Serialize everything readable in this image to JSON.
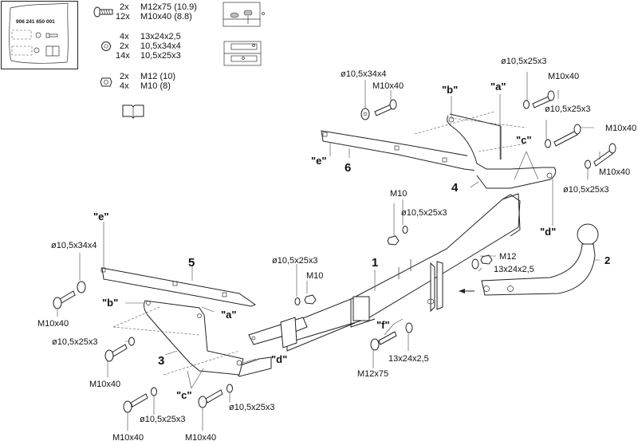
{
  "kit_box": {
    "part_number": "906 241 650 001"
  },
  "parts_list": {
    "bolts": [
      {
        "qty": "2x",
        "spec": "M12x75 (10.9)"
      },
      {
        "qty": "12x",
        "spec": "M10x40 (8.8)"
      }
    ],
    "washers": [
      {
        "qty": "4x",
        "spec": "13x24x2,5"
      },
      {
        "qty": "2x",
        "spec": "10,5x34x4"
      },
      {
        "qty": "14x",
        "spec": "10,5x25x3"
      }
    ],
    "nuts": [
      {
        "qty": "2x",
        "spec": "M12 (10)"
      },
      {
        "qty": "4x",
        "spec": "M10 (8)"
      }
    ],
    "icons": {
      "bolt": "bolt-icon",
      "washer": "washer-icon",
      "nut": "nut-icon",
      "manual": "book-icon"
    }
  },
  "parts": {
    "p1": "1",
    "p2": "2",
    "p3": "3",
    "p4": "4",
    "p5": "5",
    "p6": "6"
  },
  "refs": {
    "a": "\"a\"",
    "b": "\"b\"",
    "c": "\"c\"",
    "d": "\"d\"",
    "e": "\"e\"",
    "f": "\"f\""
  },
  "labels": {
    "top_washer_34": "ø10,5x34x4",
    "top_bolt": "M10x40",
    "tr_washer1": "ø10,5x25x3",
    "tr_bolt1": "M10x40",
    "tr_washer2": "ø10,5x25x3",
    "tr_bolt2": "M10x40",
    "tr_bolt3": "M10x40",
    "tr_washer3": "ø10,5x25x3",
    "mid_nut": "M10",
    "mid_washer": "ø10,5x25x3",
    "ctr_washer": "ø10,5x25x3",
    "ctr_nut": "M10",
    "m12_nut": "M12",
    "m12_washer": "13x24x2,5",
    "f_washer": "13x24x2,5",
    "f_bolt": "M12x75",
    "left_washer_34": "ø10,5x34x4",
    "left_bolt": "M10x40",
    "left_washer2": "ø10,5x25x3",
    "left_bolt2": "M10x40",
    "bot_washer1": "ø10,5x25x3",
    "bot_bolt1": "M10x40",
    "bot_washer2": "ø10,5x25x3",
    "bot_bolt2": "M10x40"
  }
}
